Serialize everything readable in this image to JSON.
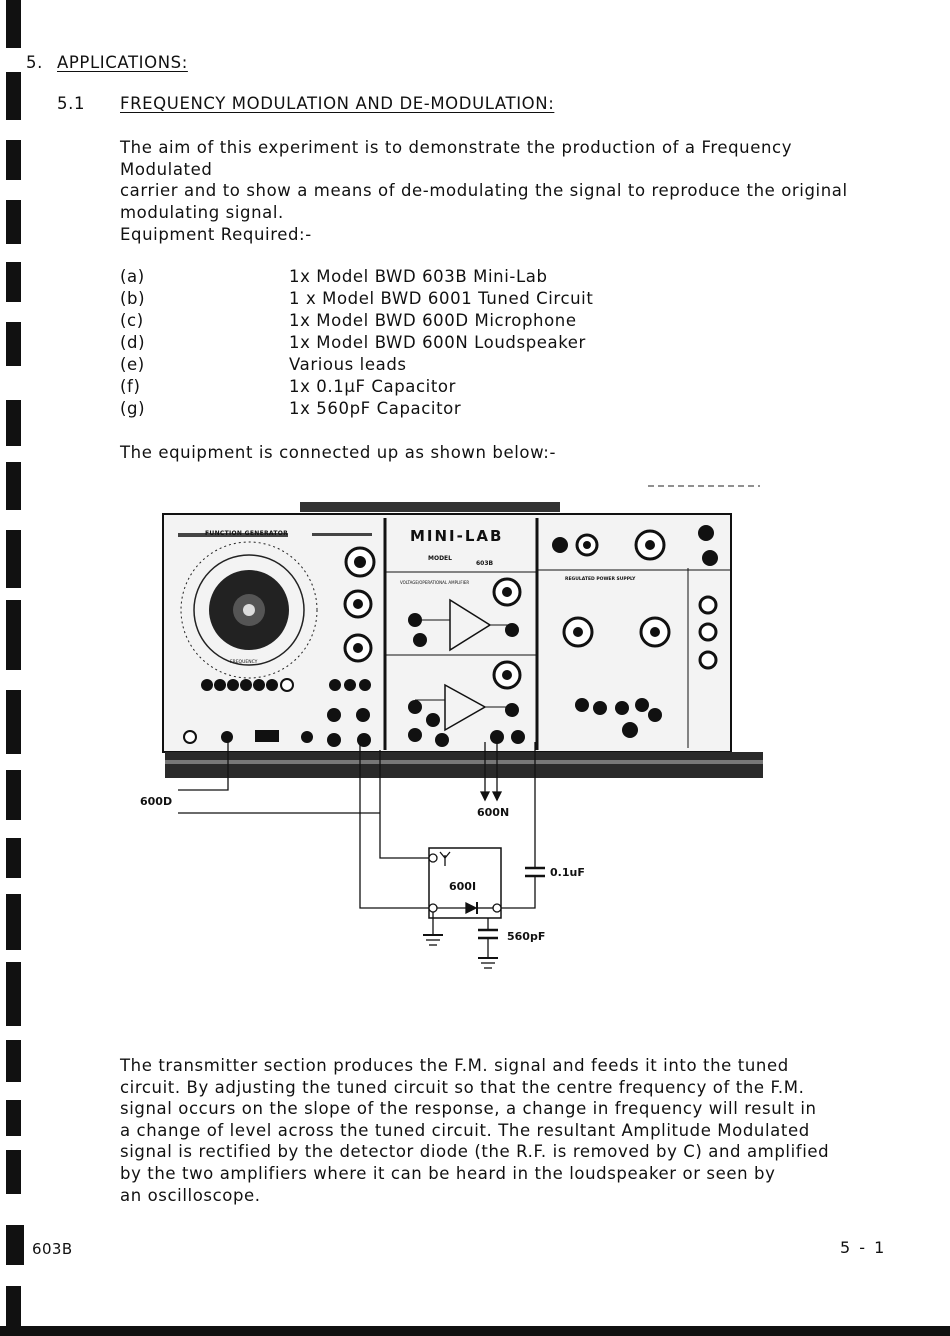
{
  "section": {
    "number_fragment": "5.",
    "heading": "APPLICATIONS:"
  },
  "subsection": {
    "number": "5.1",
    "heading": "FREQUENCY MODULATION AND DE-MODULATION:"
  },
  "intro_lines": [
    "The aim of this experiment is to demonstrate the production of a Frequency Modulated",
    "carrier and to show a means of de-modulating the signal to reproduce the original",
    "modulating signal."
  ],
  "equipment_heading": "Equipment Required:-",
  "equipment": [
    {
      "label": "(a)",
      "item": "1x Model BWD 603B Mini-Lab"
    },
    {
      "label": "(b)",
      "item": "1 x Model BWD 6001 Tuned  Circuit"
    },
    {
      "label": "(c)",
      "item": "1x Model BWD 600D Microphone"
    },
    {
      "label": "(d)",
      "item": "1x Model BWD 600N Loudspeaker"
    },
    {
      "label": "(e)",
      "item": "Various leads"
    },
    {
      "label": "(f)",
      "item": "1x 0.1µF Capacitor"
    },
    {
      "label": "(g)",
      "item": "1x 560pF Capacitor"
    }
  ],
  "connection_intro": "The equipment is connected up as shown below:-",
  "diagram": {
    "panel_function_generator": "FUNCTION GENERATOR",
    "panel_title": "MINI-LAB",
    "model_label": "MODEL",
    "model_number": "603B",
    "panel_amplifier": "VOLTAGE/OPERATIONAL AMPLIFIER",
    "panel_power": "REGULATED POWER SUPPLY",
    "panel_frequency": "FREQUENCY",
    "label_600d": "600D",
    "label_600n": "600N",
    "label_600i": "600I",
    "label_cap1": "0.1uF",
    "label_cap2": "560pF"
  },
  "body_lines": [
    "The transmitter section produces the F.M. signal and feeds it into the tuned",
    "circuit.  By adjusting the tuned circuit so that the centre frequency of the F.M.",
    "signal occurs on the slope of the response, a change in frequency will result in",
    "a change of level across the tuned circuit.  The resultant Amplitude Modulated",
    "signal is rectified by the detector diode (the R.F. is removed by C) and amplified",
    "by the two amplifiers where it can be heard in the loudspeaker or seen by",
    "an oscilloscope."
  ],
  "footer": {
    "left": "603B",
    "right": "5 - 1"
  }
}
